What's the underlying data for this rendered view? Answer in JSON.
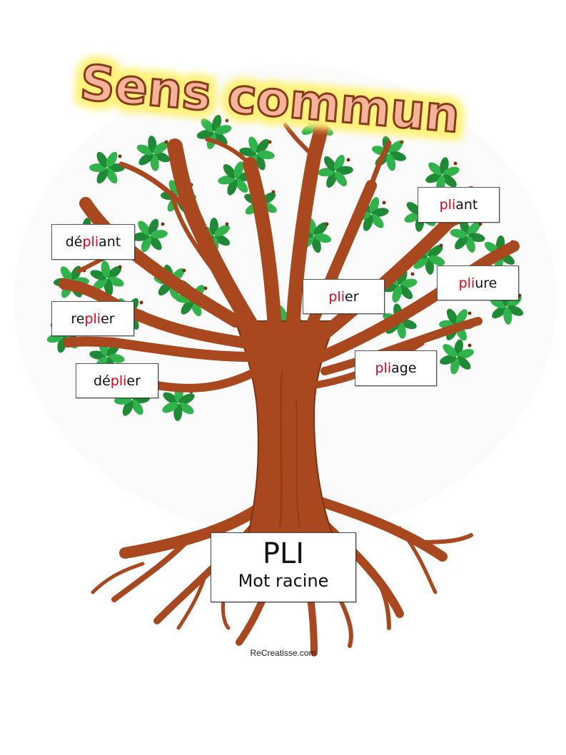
{
  "title": "Sens commun",
  "words": [
    {
      "id": "depliant",
      "pre": "dé",
      "root": "pli",
      "post": "ant"
    },
    {
      "id": "replier",
      "pre": "re",
      "root": "pli",
      "post": "er"
    },
    {
      "id": "deplier",
      "pre": "dé",
      "root": "pli",
      "post": "er"
    },
    {
      "id": "plier",
      "pre": "",
      "root": "pli",
      "post": "er"
    },
    {
      "id": "pliant",
      "pre": "",
      "root": "pli",
      "post": "ant"
    },
    {
      "id": "pliure",
      "pre": "",
      "root": "pli",
      "post": "ure"
    },
    {
      "id": "pliage",
      "pre": "",
      "root": "pli",
      "post": "age"
    }
  ],
  "root_word": {
    "word": "PLI",
    "caption": "Mot racine"
  },
  "credit": "ReCreatisse.com",
  "colors": {
    "trunk": "#a9471f",
    "trunk_dark": "#7d3213",
    "leaf": "#2fb34a",
    "leaf_dark": "#1e8a36",
    "title_fill": "#f3b49a",
    "title_outline": "#8a3a1a",
    "title_glow": "#fff27a",
    "root_letters": "#e0001b"
  }
}
